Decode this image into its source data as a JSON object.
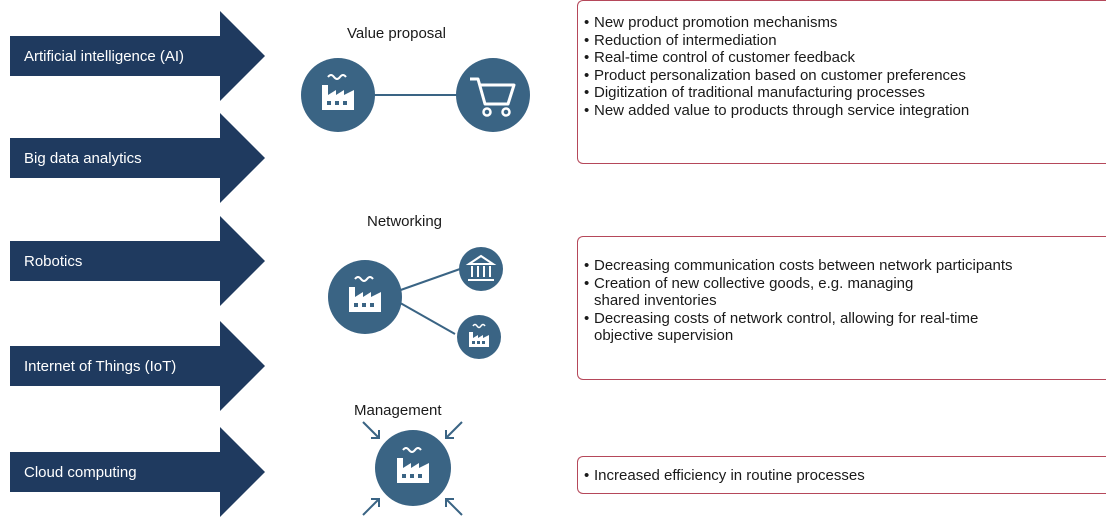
{
  "technologies": [
    {
      "label": "Artificial intelligence (AI)"
    },
    {
      "label": "Big data analytics"
    },
    {
      "label": "Robotics"
    },
    {
      "label": "Internet of Things (IoT)"
    },
    {
      "label": "Cloud computing"
    }
  ],
  "sections": {
    "value_proposal": {
      "title": "Value proposal",
      "bullets": [
        "New product promotion mechanisms",
        "Reduction of intermediation",
        "Real-time control of customer feedback",
        "Product personalization based on customer preferences",
        "Digitization of traditional manufacturing processes",
        "New added value to products through service integration"
      ]
    },
    "networking": {
      "title": "Networking",
      "bullets": [
        "Decreasing communication costs between network participants",
        "Creation of new collective goods, e.g. managing\nshared inventories",
        "Decreasing costs of network control, allowing for real-time\nobjective supervision"
      ]
    },
    "management": {
      "title": "Management",
      "bullets": [
        "Increased efficiency in routine processes"
      ]
    }
  },
  "colors": {
    "arrow": "#1f3a5f",
    "circle": "#3a6484",
    "box_border": "#b5485a"
  },
  "icons": [
    "factory-icon",
    "shopping-cart-icon",
    "bank-icon",
    "arrow-icon"
  ]
}
